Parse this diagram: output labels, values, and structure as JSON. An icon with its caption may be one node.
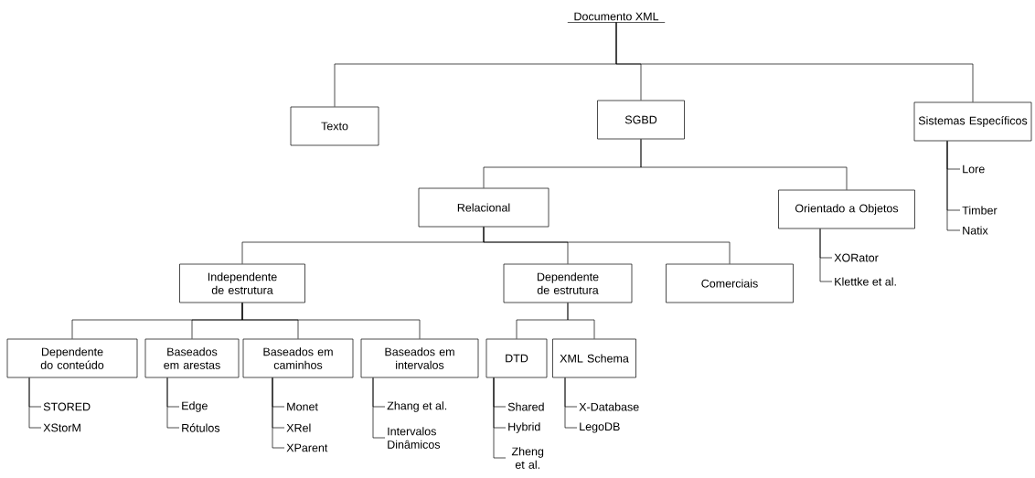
{
  "diagram": {
    "nodes": [
      {
        "text": [
          "Documento XML"
        ]
      },
      {
        "text": [
          "Texto"
        ]
      },
      {
        "text": [
          "SGBD"
        ]
      },
      {
        "text": [
          "Sistemas Específicos"
        ]
      },
      {
        "text": [
          "Relacional"
        ]
      },
      {
        "text": [
          "Orientado a Objetos"
        ]
      },
      {
        "text": [
          "Lore"
        ]
      },
      {
        "text": [
          "Timber"
        ]
      },
      {
        "text": [
          "Natix"
        ]
      },
      {
        "text": [
          "Independente de estrutura"
        ]
      },
      {
        "text": [
          "Dependente de estrutura"
        ]
      },
      {
        "text": [
          "Comerciais"
        ]
      },
      {
        "text": [
          "XORator"
        ]
      },
      {
        "text": [
          "Klettke et al."
        ]
      },
      {
        "text": [
          "Dependente do conteúdo"
        ]
      },
      {
        "text": [
          "Baseados em arestas"
        ]
      },
      {
        "text": [
          "Baseados em caminhos"
        ]
      },
      {
        "text": [
          "Baseados em intervalos"
        ]
      },
      {
        "text": [
          "DTD"
        ]
      },
      {
        "text": [
          "XML Schema"
        ]
      },
      {
        "text": [
          "STORED"
        ]
      },
      {
        "text": [
          "XStorM"
        ]
      },
      {
        "text": [
          "Edge"
        ]
      },
      {
        "text": [
          "Rótulos"
        ]
      },
      {
        "text": [
          "Monet"
        ]
      },
      {
        "text": [
          "XRel"
        ]
      },
      {
        "text": [
          "XParent"
        ]
      },
      {
        "text": [
          "Zhang et al."
        ]
      },
      {
        "text": [
          "Intervalos Dinâmicos"
        ]
      },
      {
        "text": [
          "Shared"
        ]
      },
      {
        "text": [
          "Hybrid"
        ]
      },
      {
        "text": [
          "Zheng et al."
        ]
      },
      {
        "text": [
          "X-Database"
        ]
      },
      {
        "text": [
          "LegoDB"
        ]
      }
    ],
    "edges": [
      {
        "from": 0,
        "to": 1,
        "arrow": "none"
      },
      {
        "from": 0,
        "to": 2,
        "arrow": "none"
      },
      {
        "from": 0,
        "to": 3,
        "arrow": "none"
      },
      {
        "from": 2,
        "to": 4,
        "arrow": "none"
      },
      {
        "from": 2,
        "to": 5,
        "arrow": "none"
      },
      {
        "from": 3,
        "to": 6,
        "arrow": "none"
      },
      {
        "from": 3,
        "to": 7,
        "arrow": "none"
      },
      {
        "from": 3,
        "to": 8,
        "arrow": "none"
      },
      {
        "from": 4,
        "to": 9,
        "arrow": "none"
      },
      {
        "from": 4,
        "to": 10,
        "arrow": "none"
      },
      {
        "from": 4,
        "to": 11,
        "arrow": "none"
      },
      {
        "from": 5,
        "to": 12,
        "arrow": "none"
      },
      {
        "from": 5,
        "to": 13,
        "arrow": "none"
      },
      {
        "from": 9,
        "to": 14,
        "arrow": "none"
      },
      {
        "from": 9,
        "to": 15,
        "arrow": "none"
      },
      {
        "from": 9,
        "to": 16,
        "arrow": "none"
      },
      {
        "from": 9,
        "to": 17,
        "arrow": "none"
      },
      {
        "from": 10,
        "to": 18,
        "arrow": "none"
      },
      {
        "from": 10,
        "to": 19,
        "arrow": "none"
      },
      {
        "from": 14,
        "to": 20,
        "arrow": "none"
      },
      {
        "from": 14,
        "to": 21,
        "arrow": "none"
      },
      {
        "from": 15,
        "to": 22,
        "arrow": "none"
      },
      {
        "from": 15,
        "to": 23,
        "arrow": "none"
      },
      {
        "from": 16,
        "to": 24,
        "arrow": "none"
      },
      {
        "from": 16,
        "to": 25,
        "arrow": "none"
      },
      {
        "from": 16,
        "to": 26,
        "arrow": "none"
      },
      {
        "from": 17,
        "to": 27,
        "arrow": "none"
      },
      {
        "from": 17,
        "to": 28,
        "arrow": "none"
      },
      {
        "from": 18,
        "to": 29,
        "arrow": "none"
      },
      {
        "from": 18,
        "to": 30,
        "arrow": "none"
      },
      {
        "from": 18,
        "to": 31,
        "arrow": "none"
      },
      {
        "from": 19,
        "to": 32,
        "arrow": "none"
      },
      {
        "from": 19,
        "to": 33,
        "arrow": "none"
      }
    ]
  }
}
